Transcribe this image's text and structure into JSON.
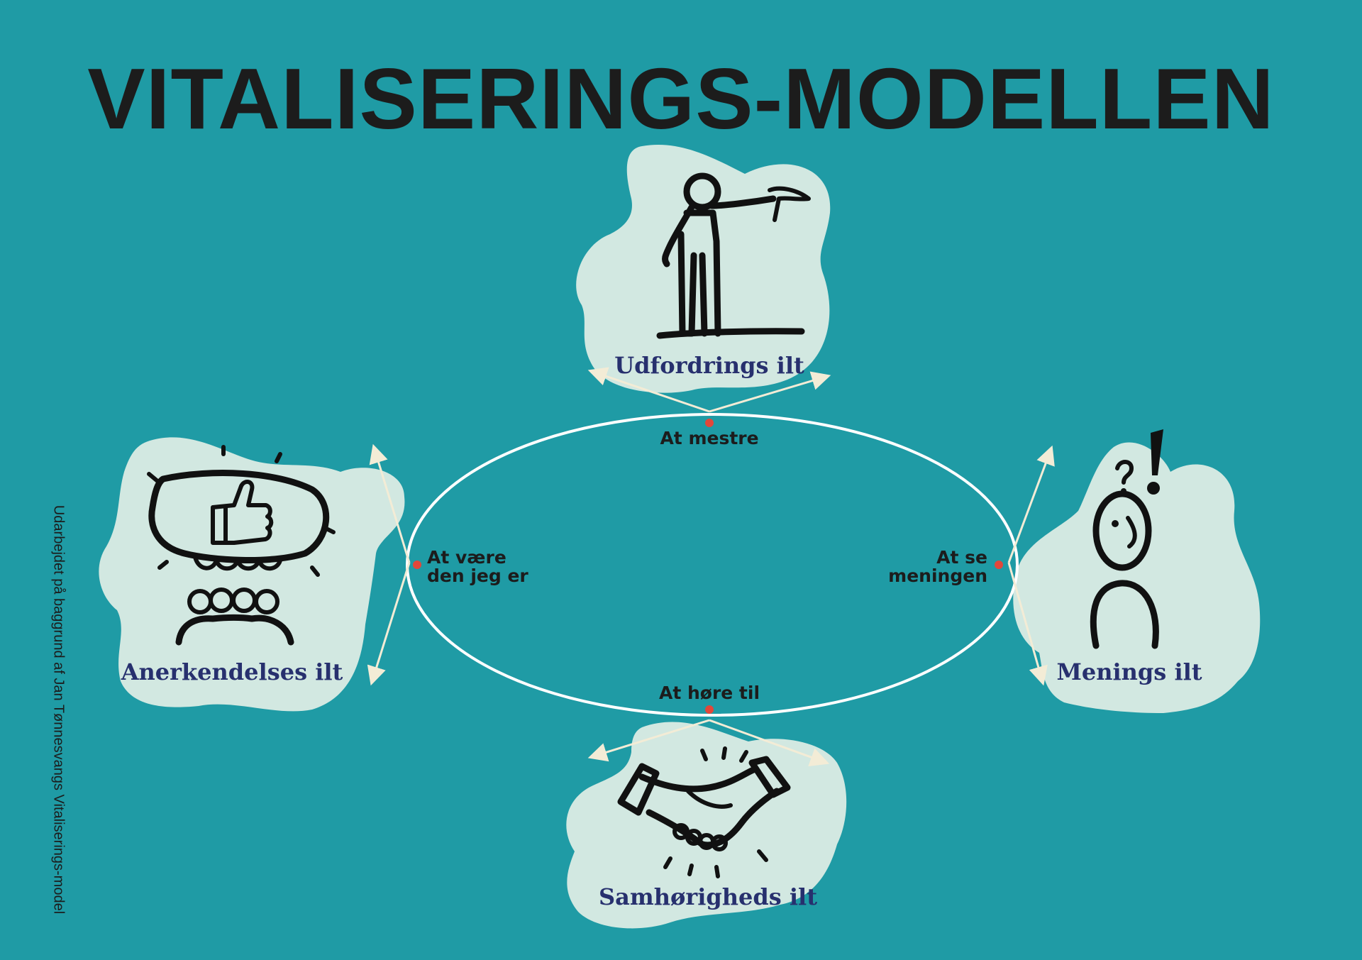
{
  "title": "VITALISERINGS-MODELLEN",
  "credit": "Udarbejdet på baggrund af Jan Tønnesvangs Vitaliserings-model",
  "colors": {
    "background": "#1f9ba5",
    "blob": "#d2e8e1",
    "label": "#27306e",
    "point": "#e2473a",
    "ellipse": "#ffffff",
    "arrow": "#f3ecd6"
  },
  "nodes": {
    "top": {
      "label": "Udfordrings ilt",
      "icon": "person-with-hammer-icon",
      "point_label": "At mestre"
    },
    "left": {
      "label": "Anerkendelses ilt",
      "icon": "thumbs-up-group-icon",
      "point_label_line1": "At være",
      "point_label_line2": "den jeg er"
    },
    "right": {
      "label": "Menings ilt",
      "icon": "thinking-person-icon",
      "point_label_line1": "At se",
      "point_label_line2": "meningen"
    },
    "bottom": {
      "label": "Samhørigheds ilt",
      "icon": "handshake-icon",
      "point_label": "At høre til"
    }
  }
}
